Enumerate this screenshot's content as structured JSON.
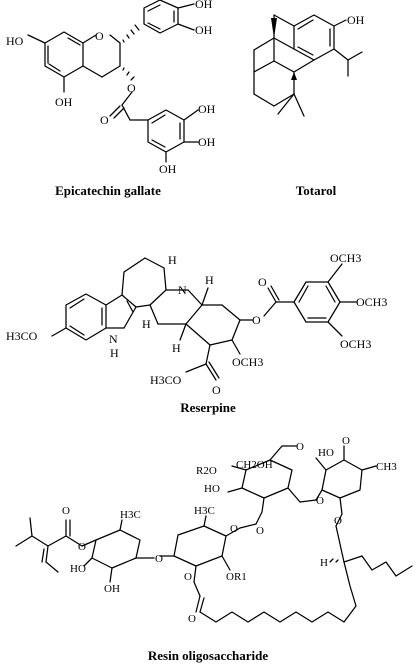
{
  "compounds": [
    {
      "id": "epicatechin-gallate",
      "caption": "Epicatechin gallate",
      "atom_labels": [
        "HO",
        "O",
        "OH",
        "OH",
        "OH",
        "O",
        "O",
        "OH",
        "OH",
        "OH"
      ]
    },
    {
      "id": "totarol",
      "caption": "Totarol",
      "atom_labels": [
        "OH"
      ]
    },
    {
      "id": "reserpine",
      "caption": "Reserpine",
      "atom_labels": [
        "H3CO",
        "N",
        "H",
        "N",
        "H",
        "H",
        "H",
        "O",
        "O",
        "OCH3",
        "OCH3",
        "OCH3",
        "H3CO",
        "O",
        "OCH3",
        "H"
      ]
    },
    {
      "id": "resin-oligosaccharide",
      "caption": "Resin oligosaccharide",
      "atom_labels": [
        "R2O",
        "CH2OH",
        "HO",
        "HO",
        "O",
        "O",
        "CH3",
        "O",
        "O",
        "H3C",
        "O",
        "HO",
        "OH",
        "O",
        "H3C",
        "O",
        "O",
        "OR1",
        "O",
        "O",
        "H",
        "O"
      ]
    }
  ]
}
